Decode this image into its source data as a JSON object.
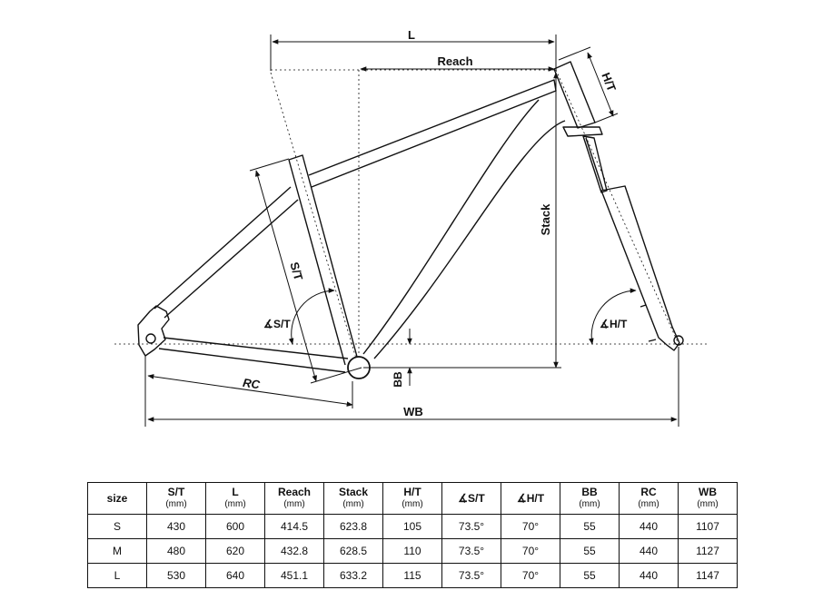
{
  "labels": {
    "L": "L",
    "reach": "Reach",
    "ht": "H/T",
    "stack": "Stack",
    "st": "S/T",
    "angle_st": "S/T",
    "angle_ht": "H/T",
    "rc": "RC",
    "bb": "BB",
    "wb": "WB"
  },
  "angle_symbol": "∡",
  "table": {
    "header": [
      {
        "name": "size",
        "unit": ""
      },
      {
        "name": "S/T",
        "unit": "(mm)"
      },
      {
        "name": "L",
        "unit": "(mm)"
      },
      {
        "name": "Reach",
        "unit": "(mm)"
      },
      {
        "name": "Stack",
        "unit": "(mm)"
      },
      {
        "name": "H/T",
        "unit": "(mm)"
      },
      {
        "name": "∡S/T",
        "unit": ""
      },
      {
        "name": "∡H/T",
        "unit": ""
      },
      {
        "name": "BB",
        "unit": "(mm)"
      },
      {
        "name": "RC",
        "unit": "(mm)"
      },
      {
        "name": "WB",
        "unit": "(mm)"
      }
    ],
    "rows": [
      [
        "S",
        "430",
        "600",
        "414.5",
        "623.8",
        "105",
        "73.5°",
        "70°",
        "55",
        "440",
        "1107"
      ],
      [
        "M",
        "480",
        "620",
        "432.8",
        "628.5",
        "110",
        "73.5°",
        "70°",
        "55",
        "440",
        "1127"
      ],
      [
        "L",
        "530",
        "640",
        "451.1",
        "633.2",
        "115",
        "73.5°",
        "70°",
        "55",
        "440",
        "1147"
      ]
    ]
  }
}
